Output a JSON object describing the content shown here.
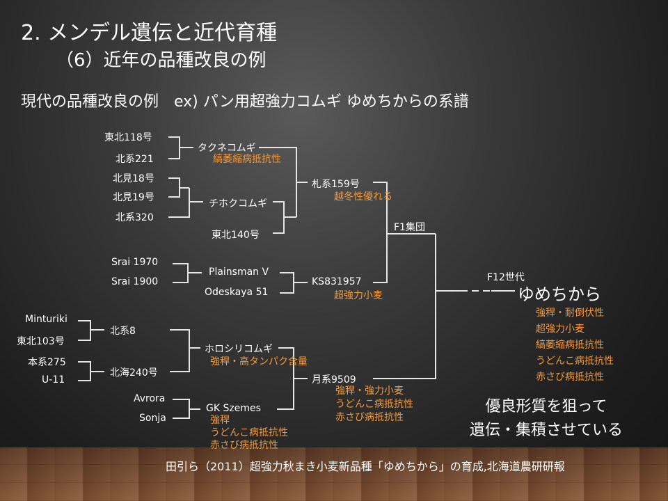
{
  "title": "2. メンデル遺伝と近代育種",
  "section": "（6）近年の品種改良の例",
  "subtitle": "現代の品種改良の例　ex)  パン用超強力コムギ ゆめちからの系譜",
  "pedigree": {
    "tohoku118": "東北118号",
    "kita221": "北系221",
    "takunekomugi": "タクネコムギ",
    "takune_trait": "縞萎縮病抵抗性",
    "kitami18": "北見18号",
    "kitami19": "北見19号",
    "kita320": "北系320",
    "chihokukomugi": "チホクコムギ",
    "tohoku140": "東北140号",
    "satsu159": "札系159号",
    "satsu_trait": "越冬性優れる",
    "f1": "F1集団",
    "srai1970": "Srai 1970",
    "srai1900": "Srai 1900",
    "plainsman": "Plainsman V",
    "odeskaya": "Odeskaya 51",
    "ks": "KS831957",
    "ks_trait": "超強力小麦",
    "minturiki": "Minturiki",
    "tohoku103": "東北103号",
    "kita8": "北系8",
    "honkei275": "本系275",
    "u11": "U-11",
    "hokkai240": "北海240号",
    "horoshiri": "ホロシリコムギ",
    "horoshiri_trait": "強稈・高タンパク含量",
    "tsuki9509": "月系9509",
    "tsuki_traits": [
      "強稈・強力小麦",
      "うどんこ病抵抗性",
      "赤さび病抵抗性"
    ],
    "avrora": "Avrora",
    "sonja": "Sonja",
    "gk": "GK Szemes",
    "gk_traits": [
      "強稈",
      "うどんこ病抵抗性",
      "赤さび病抵抗性"
    ],
    "f12": "F12世代",
    "yumechikara": "ゆめちから",
    "yume_traits": [
      "強稈・耐倒伏性",
      "超強力小麦",
      "縞萎縮病抵抗性",
      "うどんこ病抵抗性",
      "赤さび病抵抗性"
    ]
  },
  "goal_lines": [
    "優良形質を狙って",
    "遺伝・集積させている"
  ],
  "citation": "田引ら（2011）超強力秋まき小麦新品種「ゆめちから」の育成,北海道農研研報",
  "colors": {
    "line": "#e6e6e6",
    "trait": "#f59a3a"
  }
}
